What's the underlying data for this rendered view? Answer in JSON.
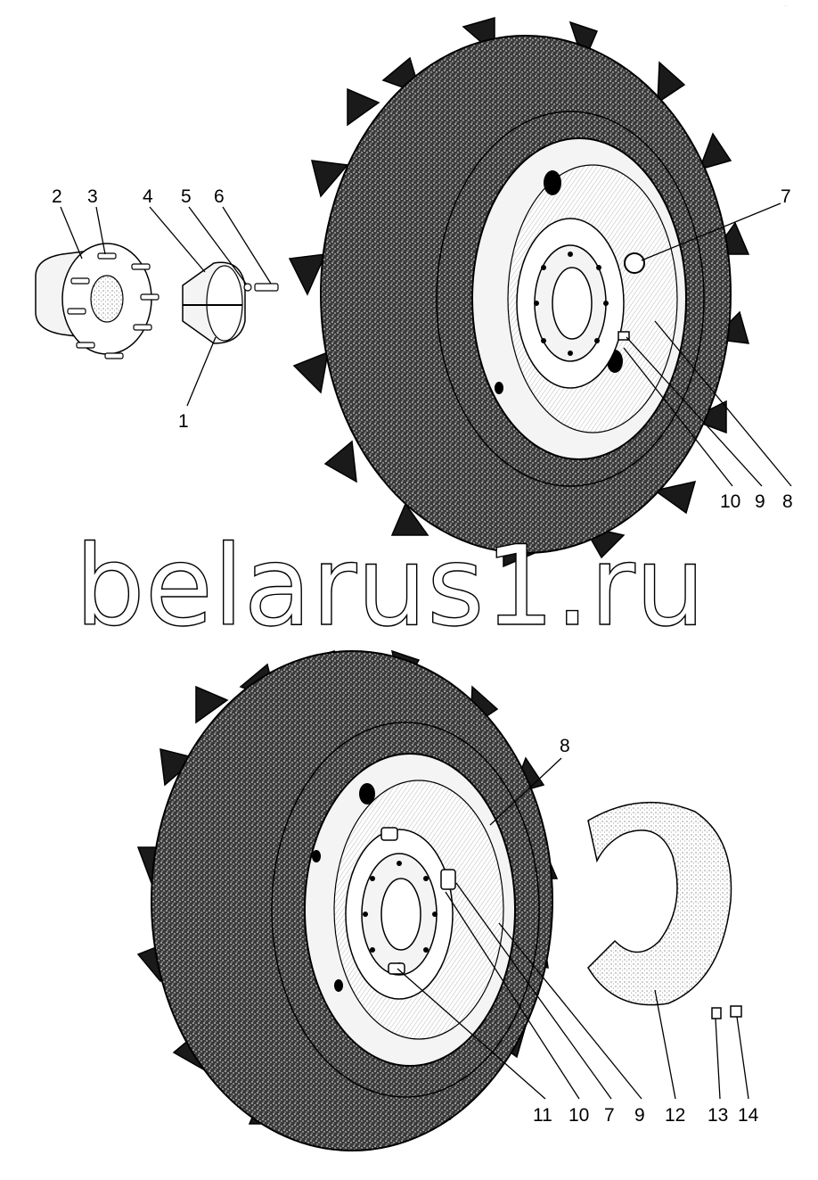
{
  "watermark": {
    "text": "belarus1.ru"
  },
  "corner_mark": "··",
  "colors": {
    "ink": "#000000",
    "rubber": "#1a1a1a",
    "metal": "#f4f4f4"
  },
  "callouts_top": {
    "c1": "1",
    "c2": "2",
    "c3": "3",
    "c4": "4",
    "c5": "5",
    "c6": "6",
    "c7": "7",
    "c8": "8",
    "c9": "9",
    "c10": "10"
  },
  "callouts_bottom": {
    "c7": "7",
    "c8": "8",
    "c9": "9",
    "c10": "10",
    "c11": "11",
    "c12": "12",
    "c13": "13",
    "c14": "14"
  }
}
